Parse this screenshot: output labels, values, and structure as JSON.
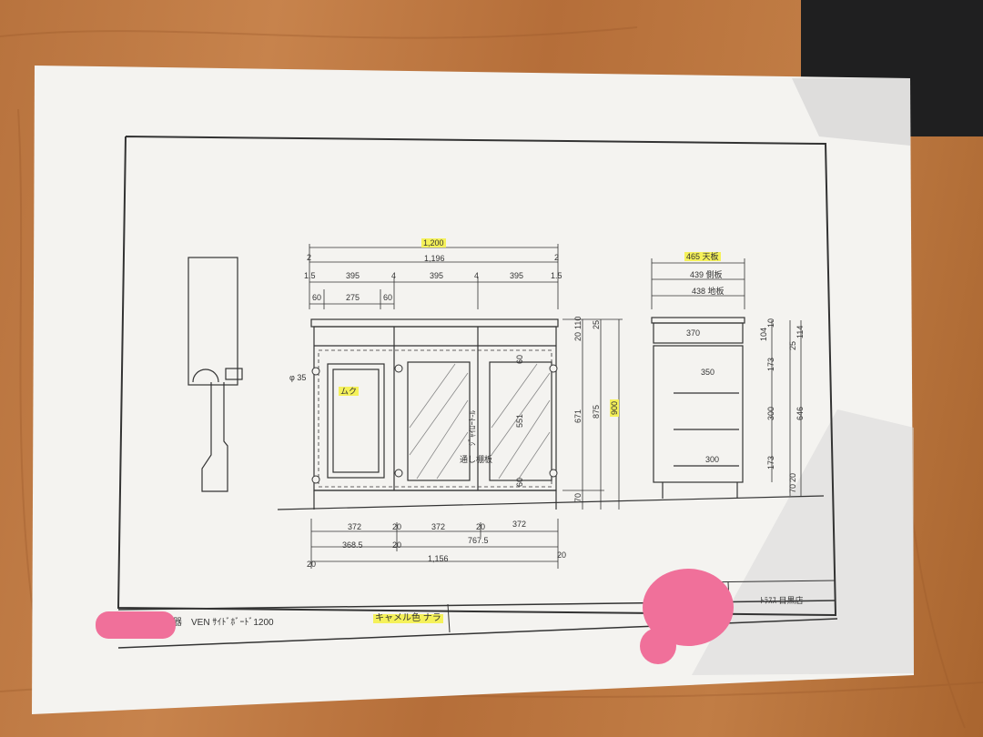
{
  "drawing": {
    "overall_width": "1,200",
    "inner_width": "1,196",
    "segments_top": [
      "1.5",
      "395",
      "4",
      "395",
      "4",
      "395",
      "1.5"
    ],
    "edge_left": "2",
    "edge_right": "2",
    "inset_60_a": "60",
    "inset_275": "275",
    "inset_60_b": "60",
    "knob_dia": "φ 35",
    "door_label": "ムク",
    "glass_label": "ｼﾞｬｲﾛｰﾄ-ﾙ",
    "shelf_label": "通し棚板",
    "glass_height": "551",
    "dim_60_top": "60",
    "dim_60_bot": "60",
    "right_dims": [
      "20",
      "110",
      "25",
      "671",
      "875",
      "900",
      "70"
    ],
    "bottom_row1": [
      "372",
      "20",
      "372",
      "20",
      "372"
    ],
    "bottom_row2": [
      "368.5",
      "20",
      "767.5"
    ],
    "bottom_row3": [
      "20",
      "1,156",
      "20"
    ],
    "side_depth_top": "465 天板",
    "side_depth_mid": "439 側板",
    "side_depth_bot": "438 地板",
    "side_inner_top": "370",
    "side_shelf_w": "350",
    "side_bottom_w": "300",
    "side_right_dims": [
      "10",
      "104",
      "173",
      "300",
      "173",
      "70",
      "20",
      "25",
      "114",
      "646"
    ]
  },
  "title_block": {
    "product": "VEN  ｻｲﾄﾞﾎﾞｰﾄﾞ1200",
    "suffix": "器",
    "finish": "キャメル色  ナラ",
    "store": "ﾄﾗｽｽ  目黒店"
  },
  "colors": {
    "highlight": "#f5f15a",
    "redaction": "#f0709a",
    "wood": "#b8733e",
    "line": "#333333"
  }
}
